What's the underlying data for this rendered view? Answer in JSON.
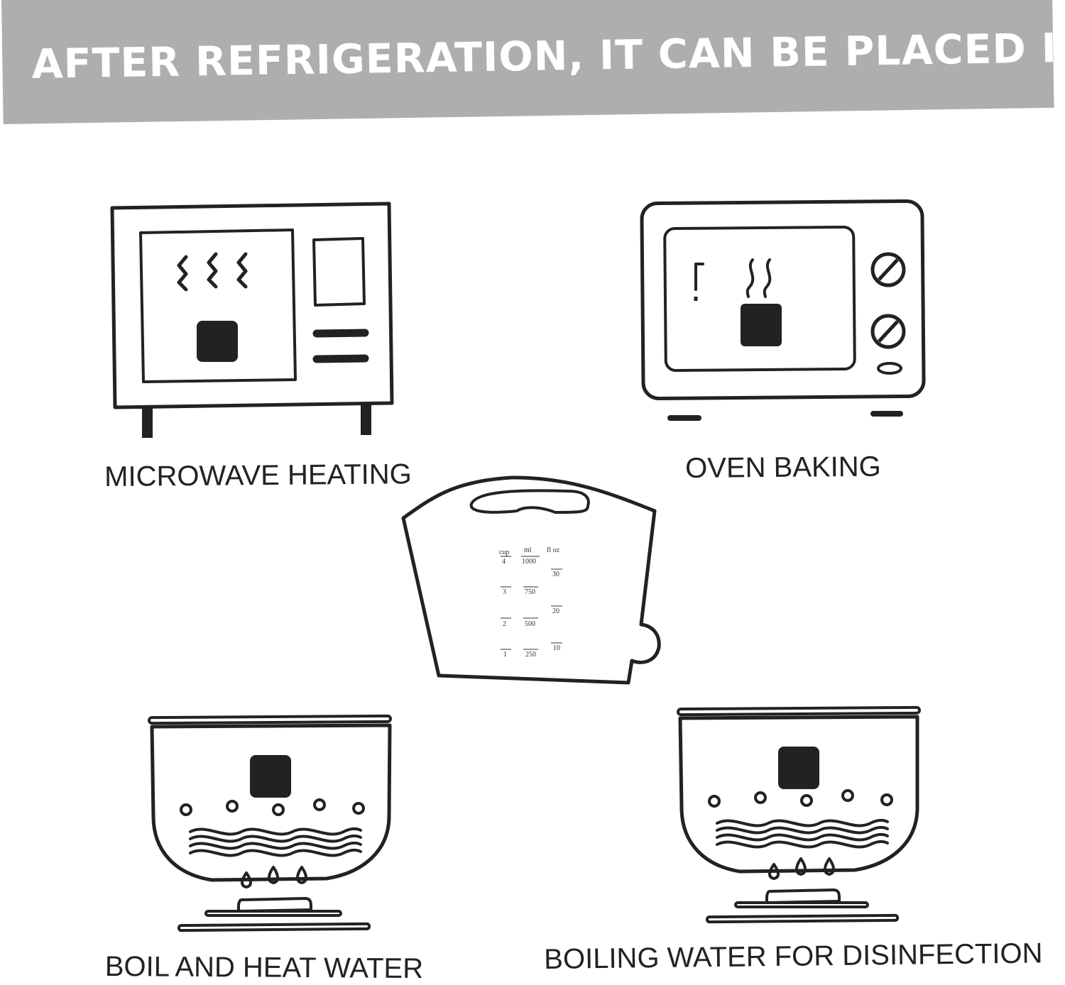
{
  "banner": {
    "title": "AFTER REFRIGERATION, IT CAN BE PLACED IN"
  },
  "panels": {
    "microwave": {
      "caption": "MICROWAVE HEATING",
      "icon": "microwave-icon"
    },
    "oven": {
      "caption": "OVEN BAKING",
      "icon": "oven-icon"
    },
    "boil": {
      "caption": "BOIL AND HEAT WATER",
      "icon": "boiling-pot-icon"
    },
    "disinfect": {
      "caption": "BOILING WATER FOR DISINFECTION",
      "icon": "boiling-pot-icon"
    }
  },
  "bag": {
    "icon": "silicone-bag-icon",
    "scale": {
      "headers": [
        "cup",
        "ml",
        "fl oz"
      ],
      "cups": [
        "4",
        "3",
        "2",
        "1"
      ],
      "ml": [
        "1000",
        "750",
        "500",
        "250"
      ],
      "floz": [
        "30",
        "20",
        "10"
      ]
    }
  }
}
